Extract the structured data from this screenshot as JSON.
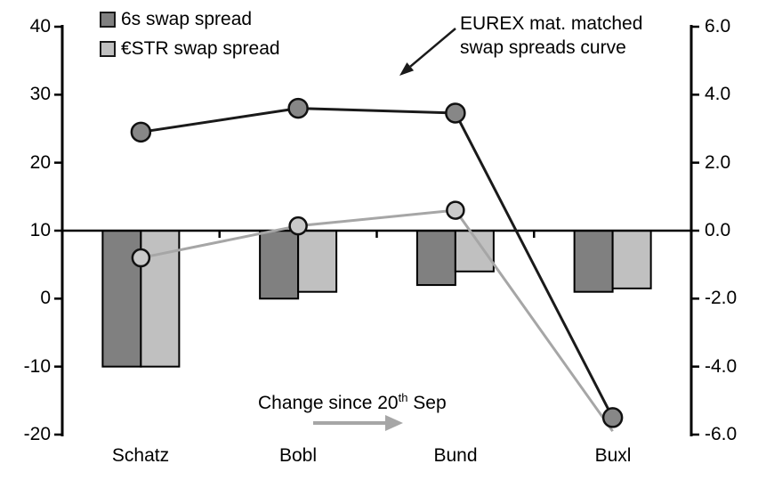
{
  "chart_data": {
    "type": "bar+line combo, dual axis",
    "categories": [
      "Schatz",
      "Bobl",
      "Bund",
      "Buxl"
    ],
    "bar_series": [
      {
        "name": "6s swap spread (change since 20th Sep)",
        "axis": "right",
        "color": "#808080",
        "values": [
          -4.0,
          -2.0,
          -1.6,
          -1.8
        ]
      },
      {
        "name": "€STR swap spread (change since 20th Sep)",
        "axis": "right",
        "color": "#c0c0c0",
        "values": [
          -4.0,
          -1.8,
          -1.2,
          -1.7
        ]
      }
    ],
    "line_series": [
      {
        "name": "6s swap spread (EUREX mat. matched curve)",
        "axis": "left",
        "color": "#1a1a1a",
        "marker_fill": "#878787",
        "values": [
          24.5,
          28.0,
          27.3,
          -17.5
        ],
        "markers": [
          true,
          true,
          true,
          true
        ]
      },
      {
        "name": "€STR swap spread (EUREX mat. matched curve)",
        "axis": "left",
        "color": "#a6a6a6",
        "marker_fill": "#c9c9c9",
        "values": [
          6.0,
          10.7,
          13.0,
          -19.5
        ],
        "markers": [
          true,
          true,
          true,
          false
        ]
      }
    ],
    "left_axis": {
      "ticks": [
        "40",
        "30",
        "20",
        "10",
        "0",
        "-10",
        "-20"
      ],
      "max": 40,
      "min": -20
    },
    "right_axis": {
      "ticks": [
        "6.0",
        "4.0",
        "2.0",
        "0.0",
        "-2.0",
        "-4.0",
        "-6.0"
      ],
      "max": 6.0,
      "min": -6.0
    },
    "zero_line_left_value": 10,
    "grid": "off",
    "legend_position": "top-left inside plot"
  },
  "legend": {
    "items": [
      {
        "label": "6s swap spread",
        "color": "#808080"
      },
      {
        "label": "€STR swap spread",
        "color": "#c0c0c0"
      }
    ]
  },
  "annotations": {
    "curve_note": {
      "line1": "EUREX mat. matched",
      "line2": "swap spreads curve",
      "arrow_color": "#1a1a1a"
    },
    "change_note": {
      "prefix": "Change since 20",
      "sup": "th",
      "suffix": " Sep",
      "arrow_color": "#a6a6a6"
    }
  }
}
